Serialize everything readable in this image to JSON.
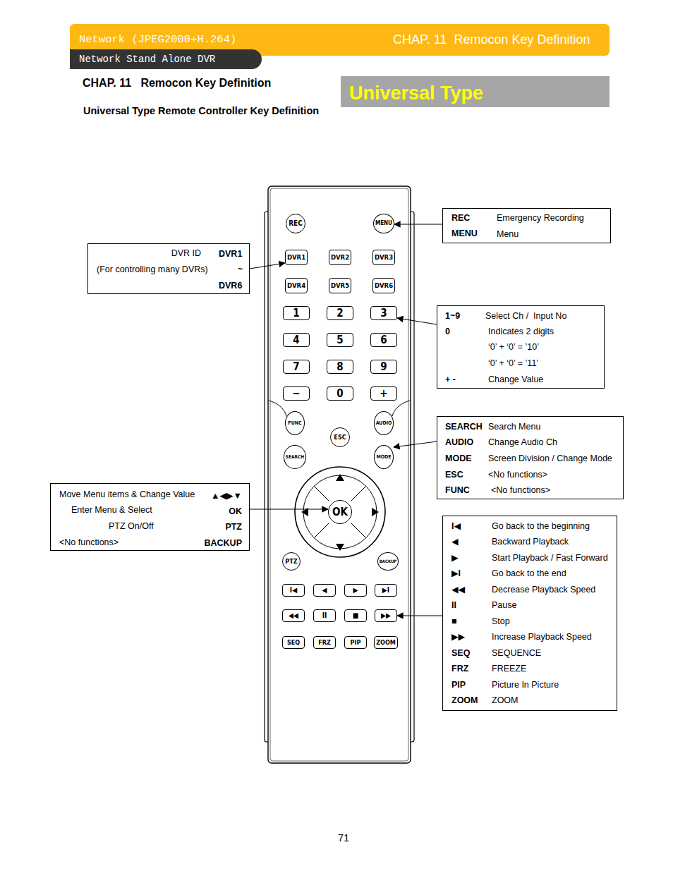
{
  "diagram": {
    "title": "CHAP. 11   Remocon Key Definition",
    "nodes": [
      {
        "text": [
          "Network (JPEG2000+H.264)",
          "CHAP. 11  Remocon Key Definition"
        ]
      },
      {
        "text": [
          "Network Stand Alone DVR"
        ]
      },
      {
        "text": [
          "Universal Type"
        ]
      },
      {
        "text": [
          "REC"
        ]
      },
      {
        "text": [
          "MENU"
        ]
      },
      {
        "text": [
          "DVR1"
        ]
      },
      {
        "text": [
          "DVR2"
        ]
      },
      {
        "text": [
          "DVR3"
        ]
      },
      {
        "text": [
          "DVR4"
        ]
      },
      {
        "text": [
          "DVR5"
        ]
      },
      {
        "text": [
          "DVR6"
        ]
      },
      {
        "text": [
          "1"
        ]
      },
      {
        "text": [
          "2"
        ]
      },
      {
        "text": [
          "3"
        ]
      },
      {
        "text": [
          "4"
        ]
      },
      {
        "text": [
          "5"
        ]
      },
      {
        "text": [
          "6"
        ]
      },
      {
        "text": [
          "7"
        ]
      },
      {
        "text": [
          "8"
        ]
      },
      {
        "text": [
          "9"
        ]
      },
      {
        "text": [
          "−"
        ]
      },
      {
        "text": [
          "0"
        ]
      },
      {
        "text": [
          "+"
        ]
      },
      {
        "text": [
          "FUNC"
        ]
      },
      {
        "text": [
          "AUDIO"
        ]
      },
      {
        "text": [
          "ESC"
        ]
      },
      {
        "text": [
          "SEARCH"
        ]
      },
      {
        "text": [
          "MODE"
        ]
      },
      {
        "text": [
          "OK"
        ]
      },
      {
        "text": [
          "PTZ"
        ]
      },
      {
        "text": [
          "BACKUP"
        ]
      },
      {
        "text": [
          "I◀"
        ]
      },
      {
        "text": [
          "◀"
        ]
      },
      {
        "text": [
          "▶"
        ]
      },
      {
        "text": [
          "▶I"
        ]
      },
      {
        "text": [
          "◀◀"
        ]
      },
      {
        "text": [
          "II"
        ]
      },
      {
        "text": [
          "■"
        ]
      },
      {
        "text": [
          "▶▶"
        ]
      },
      {
        "text": [
          "SEQ"
        ]
      },
      {
        "text": [
          "FRZ"
        ]
      },
      {
        "text": [
          "PIP"
        ]
      },
      {
        "text": [
          "ZOOM"
        ]
      },
      {
        "text": [
          "REC",
          "Emergency Recording",
          "MENU",
          "Menu"
        ]
      },
      {
        "text": [
          "DVR ID",
          "DVR1",
          "(For controlling many DVRs)",
          "~",
          "DVR6"
        ]
      },
      {
        "text": [
          "1~9",
          "Select Ch /  Input No",
          "0",
          "Indicates 2 digits",
          "‘0’ + ‘0’ = ’10’",
          "‘0’ + ‘0’ = ’11’",
          "+ -",
          "Change Value"
        ]
      },
      {
        "text": [
          "SEARCH",
          "Search Menu",
          "AUDIO",
          "Change Audio Ch",
          "MODE",
          "Screen Division / Change Mode",
          "ESC",
          "<No functions>",
          "FUNC",
          "<No functions>"
        ]
      },
      {
        "text": [
          "Move Menu items & Change Value",
          "▲◀▶▼",
          "Enter Menu & Select",
          "OK",
          "PTZ On/Off",
          "PTZ",
          "<No functions>",
          "BACKUP"
        ]
      },
      {
        "text": [
          "I◀",
          "Go back to the beginning",
          "◀",
          "Backward Playback",
          "▶",
          "Start Playback / Fast Forward",
          "▶I",
          "Go back to the end",
          "◀◀",
          "Decrease Playback Speed",
          "II",
          "Pause",
          "■",
          "Stop",
          "▶▶",
          "Increase Playback Speed",
          "SEQ",
          "SEQUENCE",
          "FRZ",
          "FREEZE",
          "PIP",
          "Picture In Picture",
          "ZOOM",
          "ZOOM"
        ]
      }
    ],
    "edges": [
      {
        "from": 43,
        "to": 4,
        "arrow": "to"
      },
      {
        "from": 44,
        "to": 5,
        "arrow": "to"
      },
      {
        "from": 45,
        "to": 13,
        "arrow": "to"
      },
      {
        "from": 46,
        "to": 27,
        "arrow": "to"
      },
      {
        "from": 47,
        "to": 28,
        "arrow": "to"
      },
      {
        "from": 48,
        "to": 38,
        "arrow": "to"
      }
    ],
    "labels": [
      "Universal Type Remote Controller Key Definition",
      "71"
    ]
  }
}
